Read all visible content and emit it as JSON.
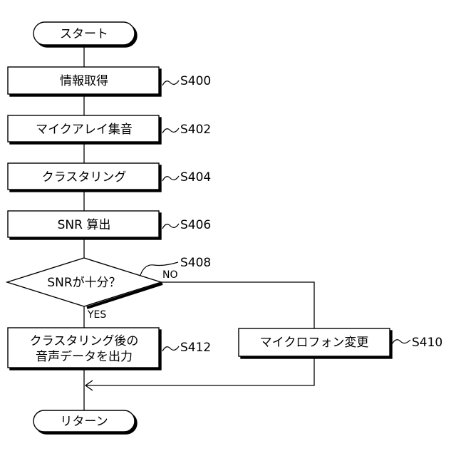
{
  "nodes": {
    "start": {
      "label": "スタート"
    },
    "s400": {
      "label": "情報取得",
      "step": "S400"
    },
    "s402": {
      "label": "マイクアレイ集音",
      "step": "S402"
    },
    "s404": {
      "label": "クラスタリング",
      "step": "S404"
    },
    "s406": {
      "label": "SNR 算出",
      "step": "S406"
    },
    "s408": {
      "label": "SNRが十分？",
      "step": "S408",
      "yes_label": "YES",
      "no_label": "NO"
    },
    "s410": {
      "label": "マイクロフォン変更",
      "step": "S410"
    },
    "s412": {
      "line1": "クラスタリング後の",
      "line2": "音声データを出力",
      "step": "S412"
    },
    "end": {
      "label": "リターン"
    }
  }
}
